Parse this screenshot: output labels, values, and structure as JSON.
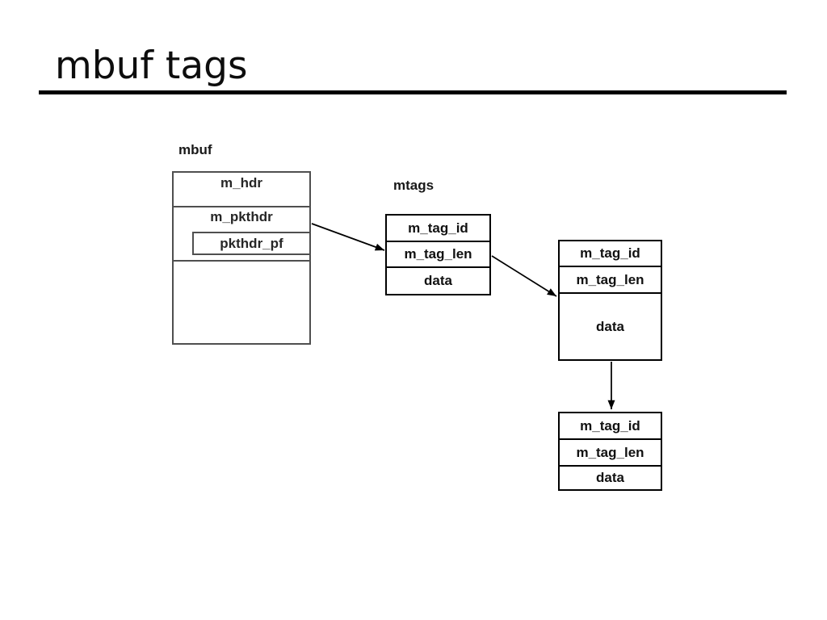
{
  "title": "mbuf tags",
  "diagram": {
    "mbuf": {
      "label": "mbuf",
      "rows": [
        "m_hdr",
        "m_pkthdr",
        "pkthdr_pf"
      ]
    },
    "mtags": {
      "label": "mtags",
      "rows": [
        "m_tag_id",
        "m_tag_len",
        "data"
      ]
    },
    "tag2": {
      "rows": [
        "m_tag_id",
        "m_tag_len",
        "data"
      ]
    },
    "tag3": {
      "rows": [
        "m_tag_id",
        "m_tag_len",
        "data"
      ]
    },
    "colors": {
      "mbuf_border": "#4f4f4f",
      "tag_border": "#000000",
      "text": "#111111",
      "background": "#ffffff"
    }
  }
}
